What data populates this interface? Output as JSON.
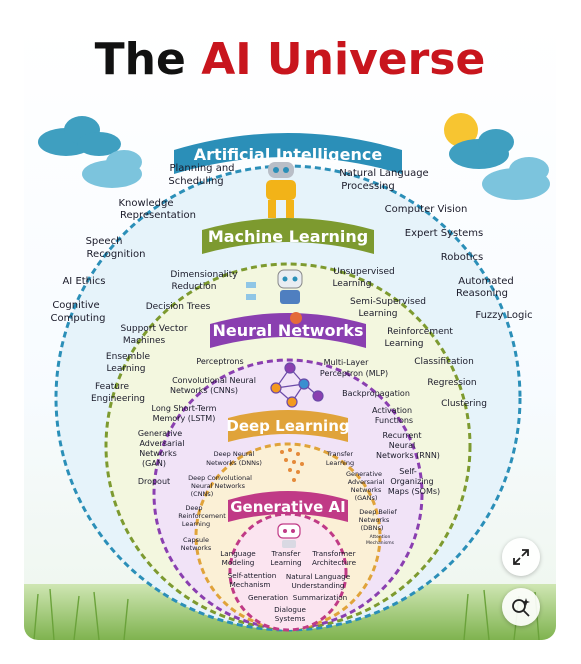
{
  "title": {
    "part1": "The",
    "part2": "AI Universe"
  },
  "colors": {
    "title_dark": "#111111",
    "title_red": "#c8151d",
    "ai_ring": "#2b8fb8",
    "ml_ring": "#7d9a2f",
    "nn_ring": "#8a3fb0",
    "dl_ring": "#e0a33a",
    "gen_ring": "#c03a86"
  },
  "layers": {
    "ai": {
      "title": "Artificial Intelligence",
      "items": [
        "Planning and",
        "Scheduling",
        "Natural Language",
        "Processing",
        "Knowledge",
        "Representation",
        "Computer Vision",
        "Speech",
        "Recognition",
        "Expert Systems",
        "AI Ethics",
        "Robotics",
        "Automated",
        "Reasoning",
        "Cognitive",
        "Computing",
        "Fuzzy Logic"
      ]
    },
    "ml": {
      "title": "Machine Learning",
      "items": [
        "Dimensionality",
        "Reduction",
        "Unsupervised",
        "Learning",
        "Decision Trees",
        "Semi-Supervised",
        "Learning",
        "Support Vector",
        "Machines",
        "Reinforcement",
        "Learning",
        "Ensemble",
        "Learning",
        "Classification",
        "Feature",
        "Engineering",
        "Regression",
        "Clustering"
      ]
    },
    "nn": {
      "title": "Neural Networks",
      "items": [
        "Perceptrons",
        "Multi-Layer",
        "Perceptron (MLP)",
        "Convolutional Neural",
        "Networks (CNNs)",
        "Backpropagation",
        "Long Short-Term",
        "Memory (LSTM)",
        "Activation",
        "Functions",
        "Generative",
        "Adversarial",
        "Networks",
        "(GAN)",
        "Recurrent",
        "Neural",
        "Networks (RNN)",
        "Dropout",
        "Self-",
        "Organizing",
        "Maps (SOMs)"
      ]
    },
    "dl": {
      "title": "Deep Learning",
      "items": [
        "Deep Neural",
        "Networks (DNNs)",
        "Transfer",
        "Learning",
        "Deep Convolutional",
        "Neural Networks",
        "(CNNs)",
        "Generative",
        "Adversarial",
        "Networks",
        "(GANs)",
        "Deep",
        "Reinforcement",
        "Learning",
        "Deep Belief",
        "Networks",
        "(DBNs)",
        "Capsule",
        "Networks",
        "Attention",
        "Mechanisms"
      ]
    },
    "gen": {
      "title": "Generative AI",
      "items": [
        "Language",
        "Modeling",
        "Transfer",
        "Learning",
        "Transformer",
        "Architecture",
        "Self-attention",
        "Mechanism",
        "Natural Language",
        "Understanding",
        "Generation",
        "Summarization",
        "Dialogue",
        "Systems"
      ]
    }
  },
  "icons": {
    "robot": "robot-icon",
    "ml_robot": "ml-robot-icon",
    "network": "network-nodes-icon",
    "dots": "dot-pattern-icon",
    "gen_robot": "small-robot-icon",
    "expand": "expand-icon",
    "visual_search": "visual-search-icon"
  }
}
